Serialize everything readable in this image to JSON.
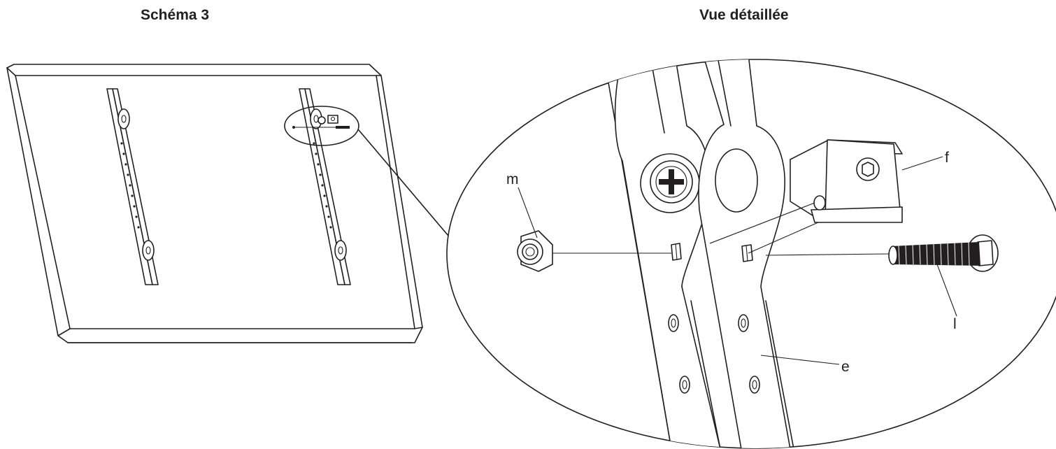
{
  "figure": {
    "title_left": "Schéma 3",
    "title_right": "Vue détaillée"
  },
  "callouts": {
    "m": "m",
    "f": "f",
    "l": "l",
    "e": "e"
  },
  "icons": [
    "tv-panel-back-view",
    "mounting-bracket",
    "bolt-part-l",
    "nut-part-m",
    "spacer-block-part-f",
    "bracket-arm-part-e"
  ]
}
